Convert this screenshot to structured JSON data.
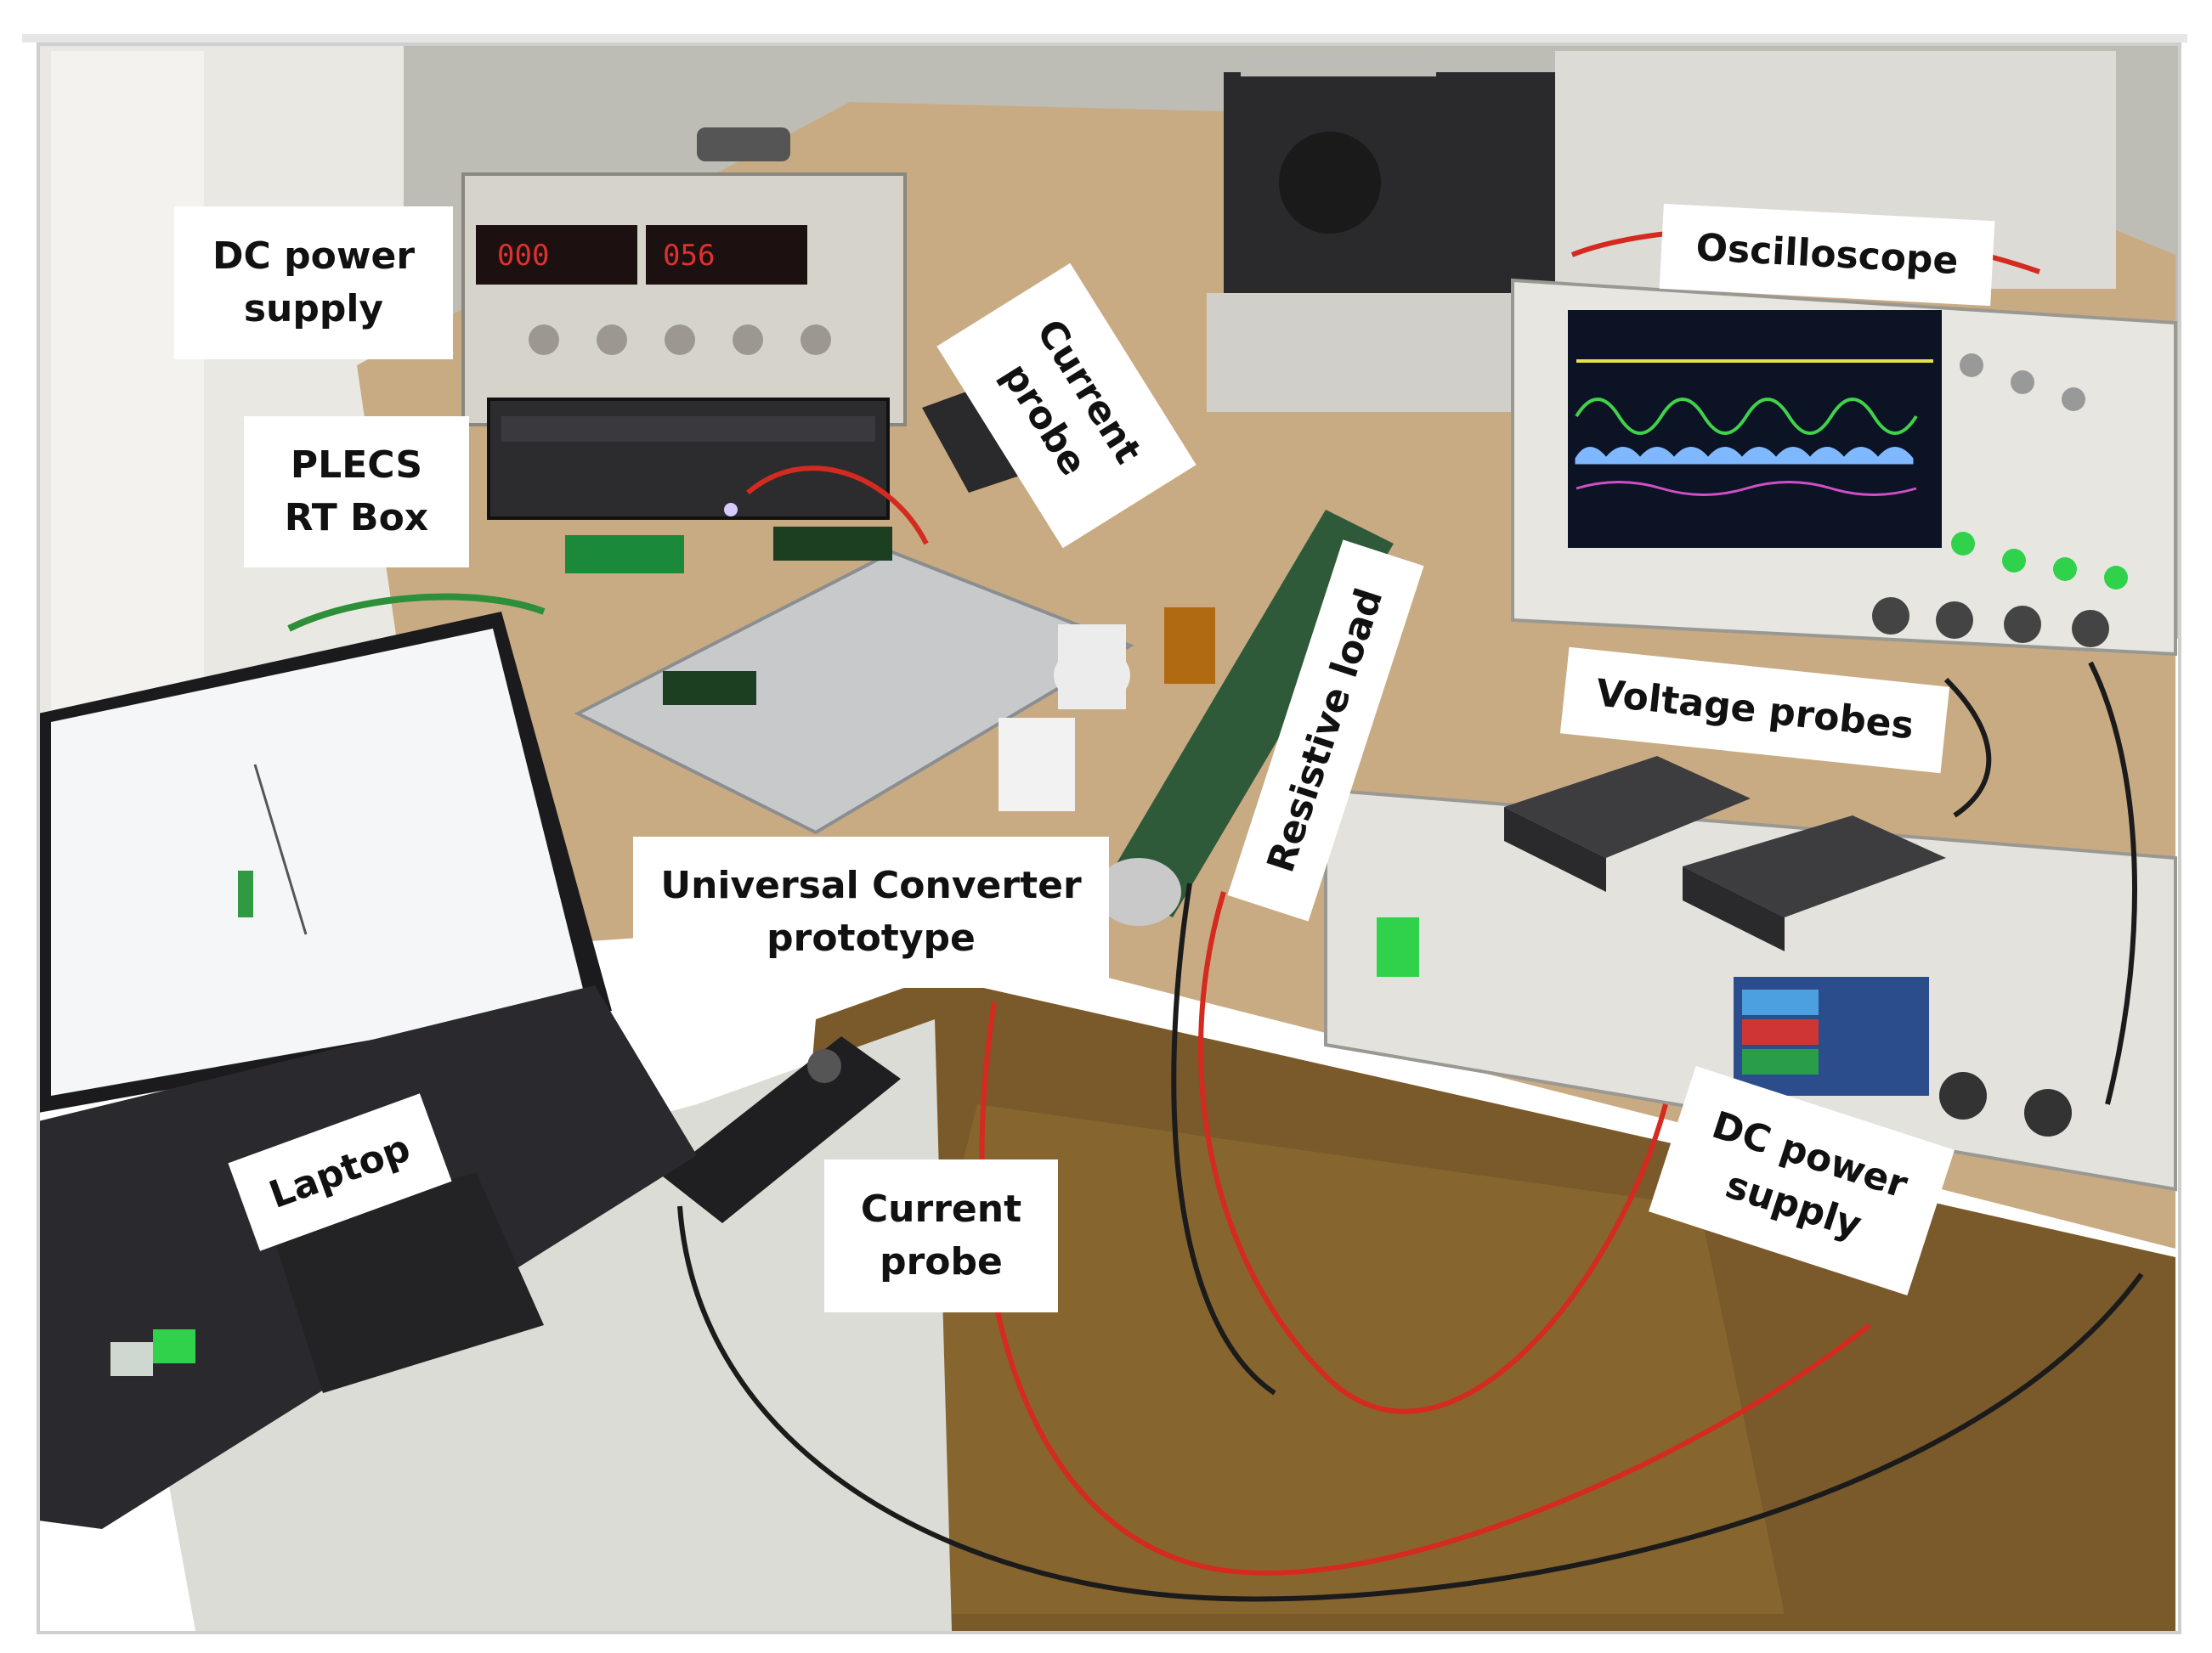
{
  "labels": {
    "dc_supply_top": [
      "DC power",
      "supply"
    ],
    "plecs": [
      "PLECS",
      "RT Box"
    ],
    "current_probe_top": [
      "Current",
      "probe"
    ],
    "oscilloscope": [
      "Oscilloscope"
    ],
    "resistive_load": [
      "Resistive load"
    ],
    "voltage_probes": [
      "Voltage probes"
    ],
    "converter": [
      "Universal Converter",
      "prototype"
    ],
    "laptop": [
      "Laptop"
    ],
    "current_probe_bottom": [
      "Current",
      "probe"
    ],
    "dc_supply_bottom": [
      "DC power",
      "supply"
    ]
  },
  "colors": {
    "frame": "#e6e6e6",
    "wall": "#bdbdb6",
    "desk": "#c9ab83",
    "floor": "#7a5a2a",
    "label_bg": "#ffffff",
    "label_text": "#111111",
    "scope_trace_yellow": "#e6e24a",
    "scope_trace_green": "#3fd24a",
    "scope_trace_blue": "#7fb8ff",
    "scope_trace_magenta": "#d04fc6",
    "cable_red": "#d42a1f",
    "cable_black": "#1b1b1b"
  }
}
